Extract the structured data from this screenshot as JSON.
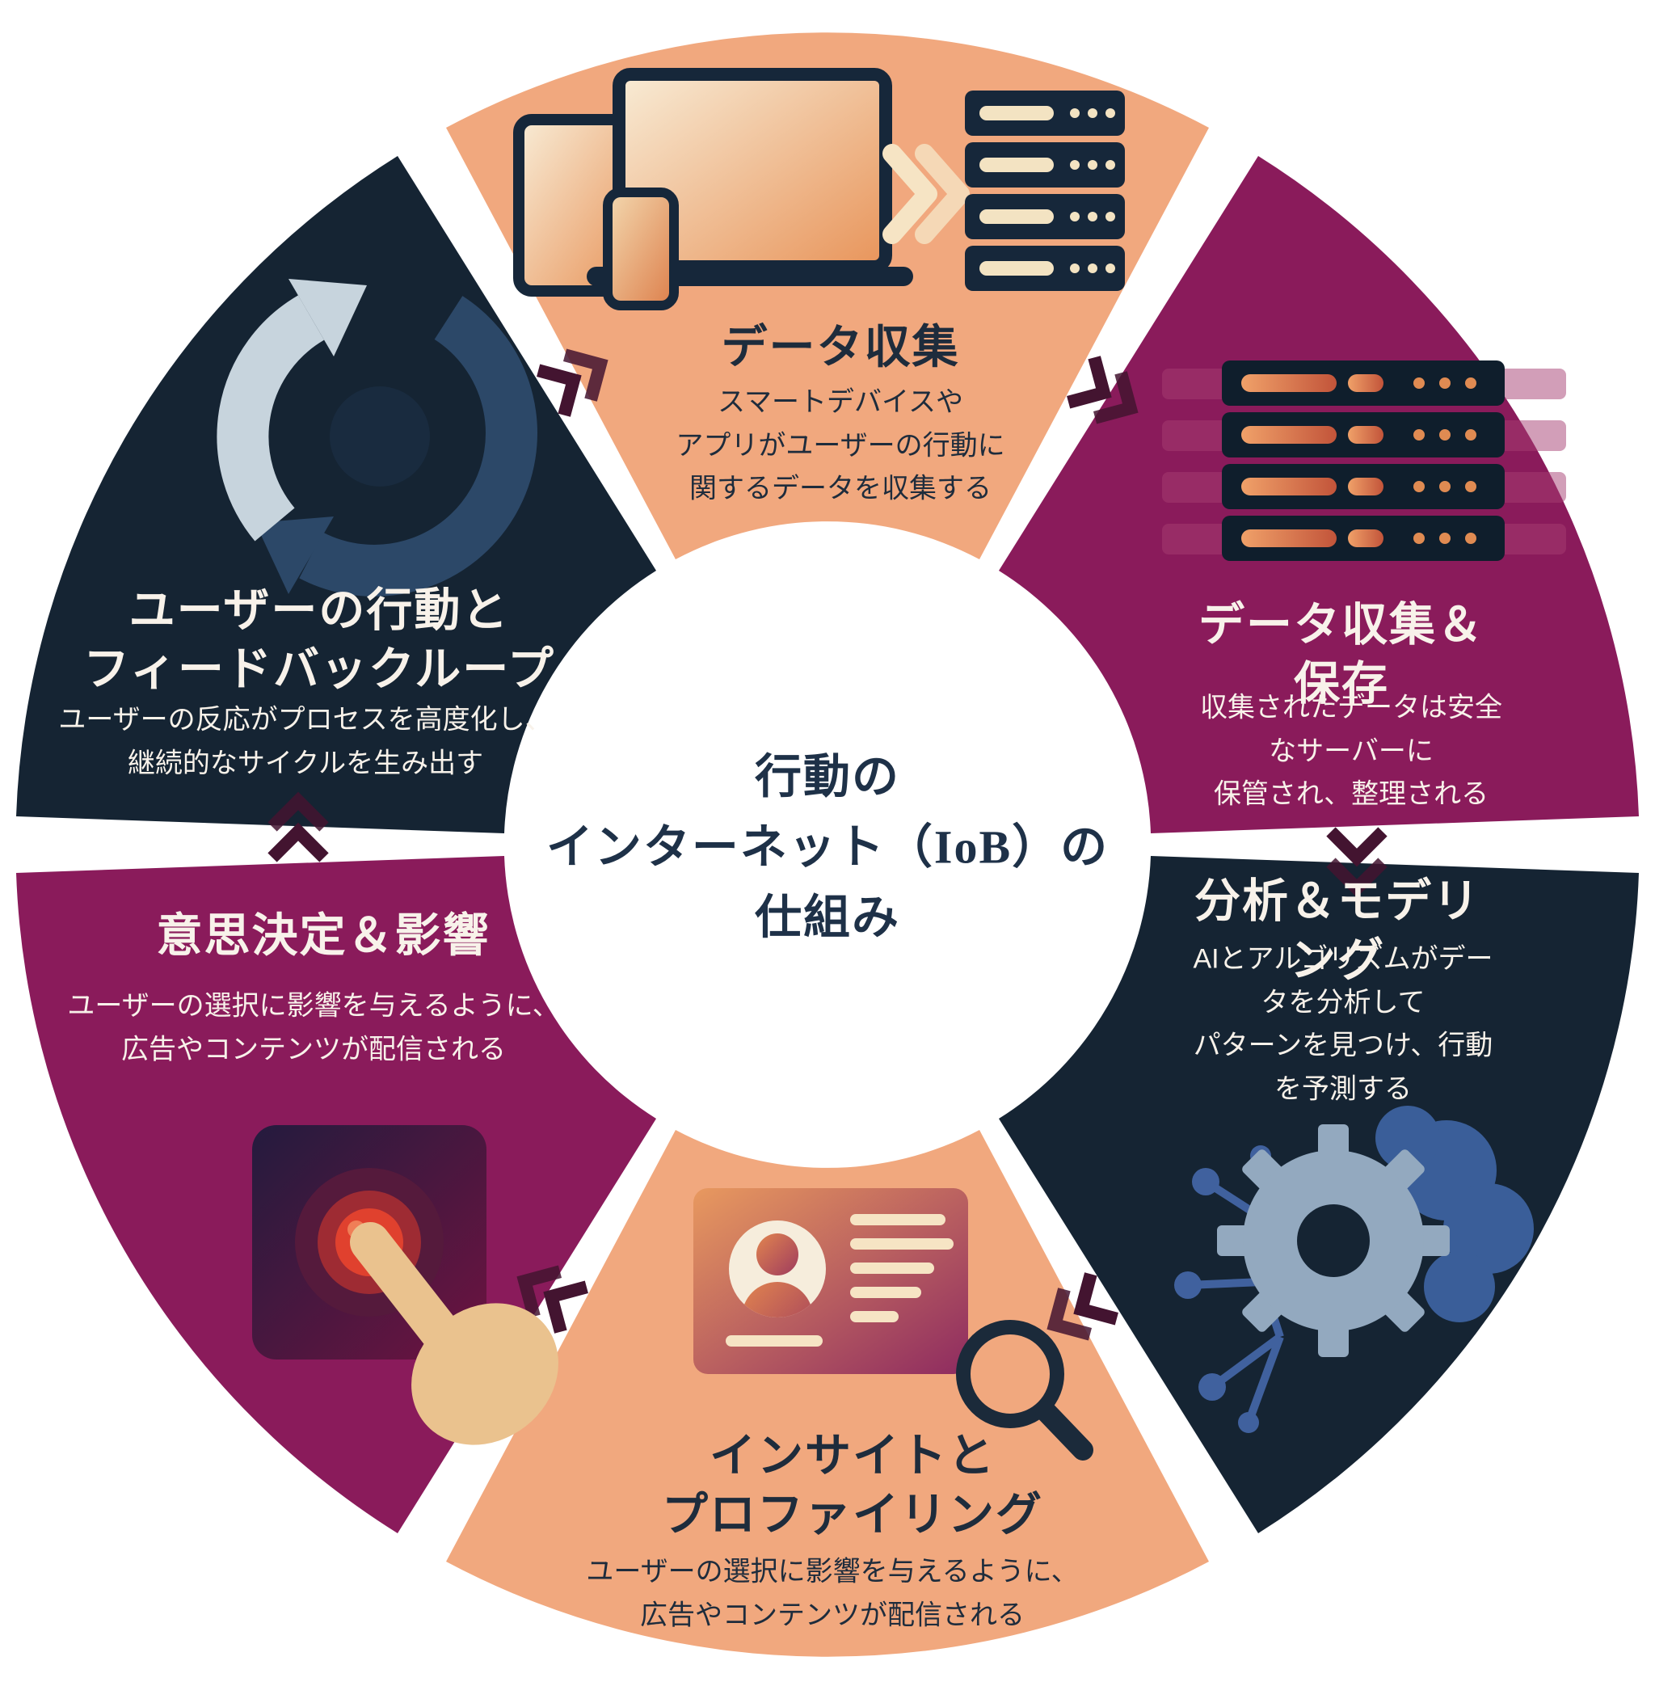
{
  "center": {
    "line1": "行動の",
    "line2_pre": "インターネット（",
    "line2_em": "IoB",
    "line2_post": "）の",
    "line3": "仕組み"
  },
  "colors": {
    "orange": "#F1A87E",
    "magenta": "#8A1B5B",
    "navy": "#152433",
    "arrow": "#431430",
    "text_dark": "#1E2C3C",
    "text_light": "#F8F2EA"
  },
  "segments": [
    {
      "id": "data-collection",
      "title": "データ収集",
      "description": "スマートデバイスや\nアプリがユーザーの行動に\n関するデータを収集する",
      "color_key": "orange",
      "icon": "devices-to-servers-icon"
    },
    {
      "id": "data-storage",
      "title": "データ収集＆\n保存",
      "description": "収集されたデータは安全なサーバーに\n保管され、整理される",
      "color_key": "magenta",
      "icon": "server-racks-icon"
    },
    {
      "id": "analysis-modeling",
      "title": "分析＆モデリング",
      "description": "AIとアルゴリズムがデータを分析して\nパターンを見つけ、行動を予測する",
      "color_key": "navy",
      "icon": "ai-analysis-icon"
    },
    {
      "id": "insights-profiling",
      "title": "インサイトと\nプロファイリング",
      "description": "ユーザーの選択に影響を与えるように、\n広告やコンテンツが配信される",
      "color_key": "orange",
      "icon": "profile-card-search-icon"
    },
    {
      "id": "decision-influence",
      "title": "意思決定＆影響",
      "description": "ユーザーの選択に影響を与えるように、\n広告やコンテンツが配信される",
      "color_key": "magenta",
      "icon": "button-press-icon"
    },
    {
      "id": "feedback-loop",
      "title": "ユーザーの行動と\nフィードバックループ",
      "description": "ユーザーの反応がプロセスを高度化し、\n継続的なサイクルを生み出す",
      "color_key": "navy",
      "icon": "feedback-cycle-icon"
    }
  ]
}
